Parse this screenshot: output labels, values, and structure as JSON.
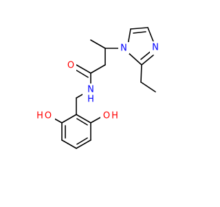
{
  "molecule": {
    "atoms": {
      "N1": {
        "symbol": "N"
      },
      "N2": {
        "symbol": "N"
      },
      "Namide": {
        "symbol": "N",
        "hydrogen": "H"
      },
      "Ocarbonyl": {
        "symbol": "O"
      },
      "O1": {
        "symbol": "O",
        "hydrogen": "H"
      },
      "O2": {
        "symbol": "O",
        "hydrogen": "H"
      }
    },
    "colors": {
      "bond": "#000000",
      "nitrogen": "#0000ff",
      "oxygen": "#ff0000"
    }
  }
}
